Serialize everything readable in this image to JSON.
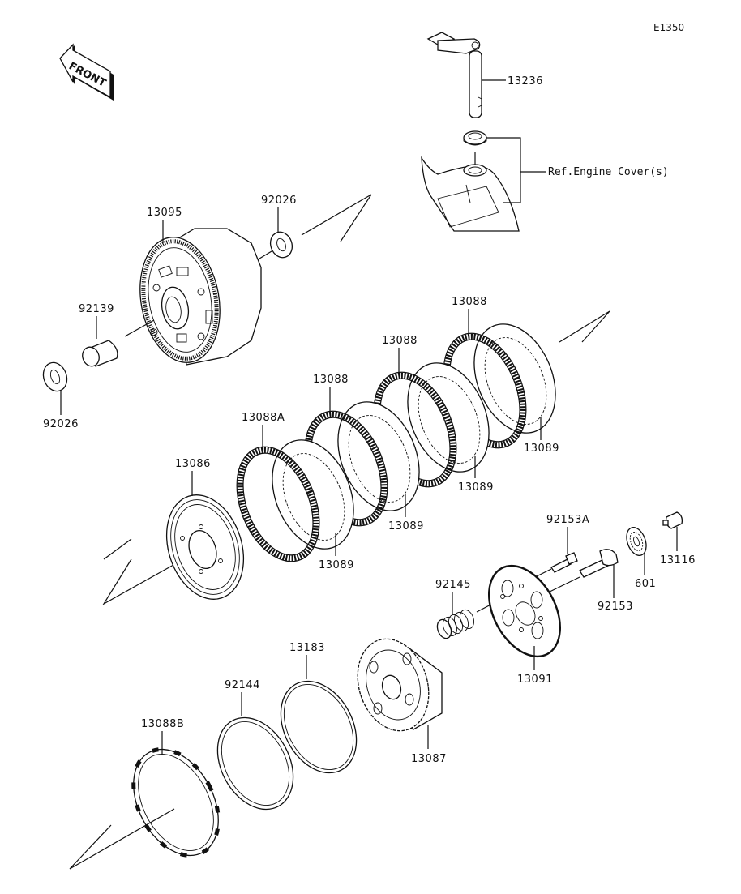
{
  "diagram": {
    "code": "E1350",
    "front_arrow_label": "FRONT",
    "reference_note": "Ref.Engine Cover(s)",
    "callouts": {
      "p13236": "13236",
      "p13095": "13095",
      "p92026_top": "92026",
      "p92139": "92139",
      "p92026_bottom": "92026",
      "p13088_1": "13088",
      "p13088_2": "13088",
      "p13088_3": "13088",
      "p13088A": "13088A",
      "p13089_1": "13089",
      "p13089_2": "13089",
      "p13089_3": "13089",
      "p13089_4": "13089",
      "p13086": "13086",
      "p92153A": "92153A",
      "p92153": "92153",
      "p601": "601",
      "p13116": "13116",
      "p92145": "92145",
      "p13091": "13091",
      "p13183": "13183",
      "p92144": "92144",
      "p13087": "13087",
      "p13088B": "13088B"
    }
  }
}
